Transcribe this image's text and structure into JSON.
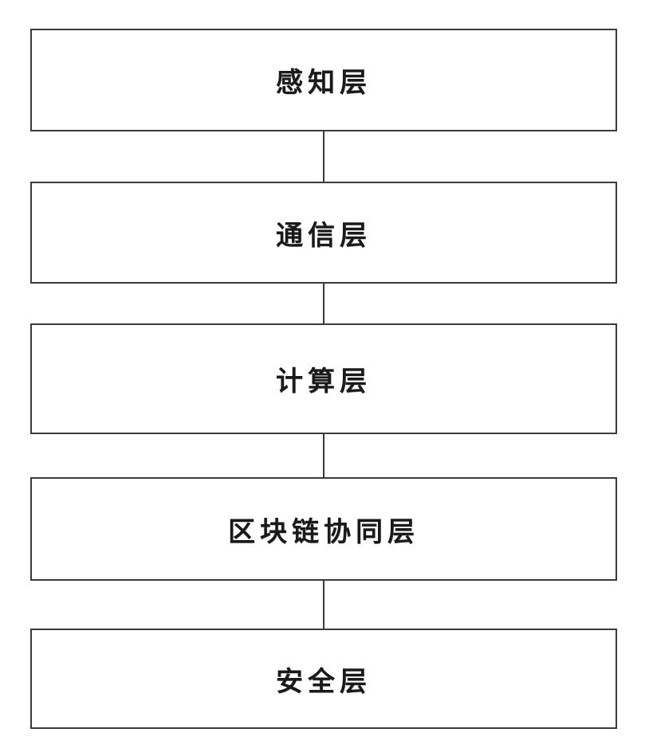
{
  "diagram": {
    "type": "vertical-stack-flow",
    "title": "",
    "orientation": "top-to-bottom",
    "layers": [
      {
        "id": "perception",
        "label": "感知层"
      },
      {
        "id": "communication",
        "label": "通信层"
      },
      {
        "id": "computation",
        "label": "计算层"
      },
      {
        "id": "blockchain-collaboration",
        "label": "区块链协同层"
      },
      {
        "id": "security",
        "label": "安全层"
      }
    ],
    "connectors": [
      {
        "from": "perception",
        "to": "communication"
      },
      {
        "from": "communication",
        "to": "computation"
      },
      {
        "from": "computation",
        "to": "blockchain-collaboration"
      },
      {
        "from": "blockchain-collaboration",
        "to": "security"
      }
    ],
    "colors": {
      "box_border": "#3a3a3a",
      "box_fill": "#ffffff",
      "text": "#1a1a1a",
      "connector": "#3a3a3a"
    }
  }
}
